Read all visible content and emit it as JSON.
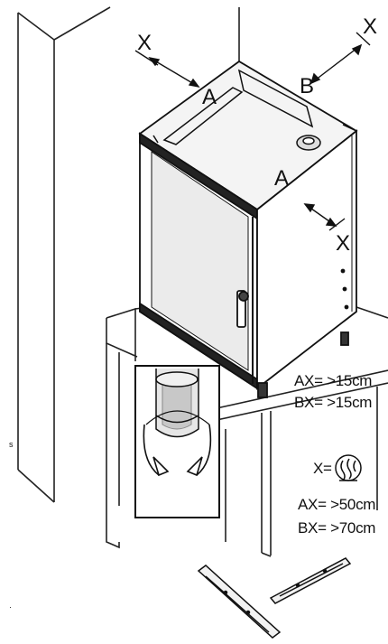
{
  "labels": {
    "x_top_left": "X",
    "x_top_right": "X",
    "x_right": "X",
    "a_top": "A",
    "a_side": "A",
    "b_back": "B",
    "x_symbol_prefix": "X="
  },
  "specs": {
    "ax_min": "AX= >15cm",
    "bx_min": "BX= >15cm",
    "ax_hot": "AX= >50cm",
    "bx_hot": "BX= >70cm"
  },
  "marks": {
    "left_dot": "s",
    "bottom_dot": "·"
  },
  "icons": [
    "heat-source-icon",
    "rotate-arrows-icon"
  ]
}
